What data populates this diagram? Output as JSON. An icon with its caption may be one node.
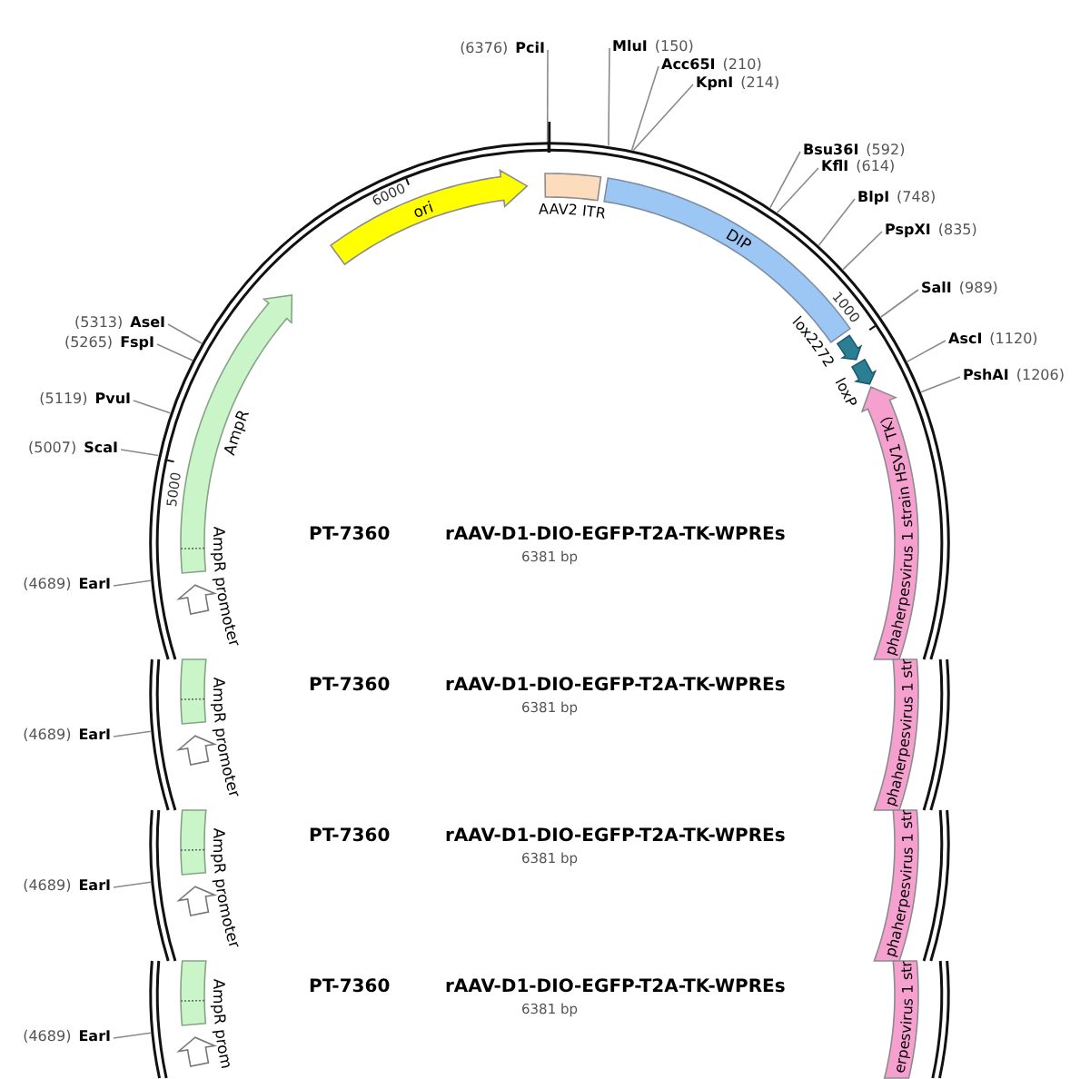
{
  "diagram": {
    "nodes": [
      {
        "text": [
          "(6376)",
          "PciI"
        ]
      },
      {
        "text": [
          "MluI",
          "(150)"
        ]
      },
      {
        "text": [
          "Acc65I",
          "(210)"
        ]
      },
      {
        "text": [
          "KpnI",
          "(214)"
        ]
      },
      {
        "text": [
          "Bsu36I",
          "(592)"
        ]
      },
      {
        "text": [
          "KflI",
          "(614)"
        ]
      },
      {
        "text": [
          "BlpI",
          "(748)"
        ]
      },
      {
        "text": [
          "PspXI",
          "(835)"
        ]
      },
      {
        "text": [
          "SalI",
          "(989)"
        ]
      },
      {
        "text": [
          "(5313)",
          "AseI"
        ]
      },
      {
        "text": [
          "(5265)",
          "FspI"
        ]
      },
      {
        "text": [
          "AscI",
          "(1120)"
        ]
      },
      {
        "text": [
          "PshAI",
          "(1206)"
        ]
      },
      {
        "text": [
          "(5119)",
          "PvuI"
        ]
      },
      {
        "text": [
          "(5007)",
          "ScaI"
        ]
      },
      {
        "text": [
          "(4689)",
          "EarI"
        ]
      },
      {
        "text": [
          "ori"
        ]
      },
      {
        "text": [
          "AAV2 ITR"
        ]
      },
      {
        "text": [
          "DIP"
        ]
      },
      {
        "text": [
          "lox2272"
        ]
      },
      {
        "text": [
          "loxP"
        ]
      },
      {
        "text": [
          "phaherpesvirus 1 strain HSV1 TK)"
        ]
      },
      {
        "text": [
          "AmpR"
        ]
      },
      {
        "text": [
          "AmpR promoter"
        ]
      },
      {
        "text": [
          "(4689)",
          "EarI"
        ]
      },
      {
        "text": [],
        "shape": "bar"
      },
      {
        "text": [
          "AmpR promoter"
        ]
      },
      {
        "text": [
          "phaherpesvirus 1 str"
        ]
      },
      {
        "text": [
          "(4689)",
          "EarI"
        ]
      },
      {
        "text": [],
        "shape": "bar"
      },
      {
        "text": [
          "AmpR promoter"
        ]
      },
      {
        "text": [
          "phaherpesvirus 1 str"
        ]
      },
      {
        "text": [
          "(4689)",
          "EarI"
        ]
      },
      {
        "text": [],
        "shape": "bar"
      },
      {
        "text": [
          "AmpR prom"
        ]
      },
      {
        "text": [
          "erpesvirus 1 str"
        ]
      },
      {
        "text": [],
        "shape": "arc"
      },
      {
        "text": [],
        "shape": "arc"
      },
      {
        "text": [],
        "shape": "arc"
      }
    ],
    "edges": [
      {
        "from": 0,
        "to": null,
        "arrow": "none"
      },
      {
        "from": 1,
        "to": null,
        "arrow": "none"
      },
      {
        "from": 2,
        "to": null,
        "arrow": "none"
      },
      {
        "from": 3,
        "to": null,
        "arrow": "none"
      },
      {
        "from": 4,
        "to": null,
        "arrow": "none"
      },
      {
        "from": 5,
        "to": null,
        "arrow": "none"
      },
      {
        "from": 6,
        "to": null,
        "arrow": "none"
      },
      {
        "from": 7,
        "to": null,
        "arrow": "none"
      },
      {
        "from": 8,
        "to": null,
        "arrow": "none"
      },
      {
        "from": 9,
        "to": null,
        "arrow": "none"
      },
      {
        "from": 10,
        "to": null,
        "arrow": "none"
      },
      {
        "from": 11,
        "to": null,
        "arrow": "none"
      },
      {
        "from": 12,
        "to": null,
        "arrow": "none"
      },
      {
        "from": 13,
        "to": null,
        "arrow": "none"
      },
      {
        "from": 14,
        "to": null,
        "arrow": "none"
      },
      {
        "from": 15,
        "to": null,
        "arrow": "none"
      },
      {
        "from": 24,
        "to": 36,
        "arrow": "none"
      },
      {
        "from": 28,
        "to": 37,
        "arrow": "none"
      },
      {
        "from": 32,
        "to": 38,
        "arrow": "none"
      }
    ],
    "labels": [
      "6000",
      "1000",
      "5000",
      "PT-7360",
      "rAAV-D1-DIO-EGFP-T2A-TK-WPREs",
      "6381 bp",
      "PT-7360",
      "rAAV-D1-DIO-EGFP-T2A-TK-WPREs",
      "6381 bp",
      "PT-7360",
      "rAAV-D1-DIO-EGFP-T2A-TK-WPREs",
      "6381 bp",
      "PT-7360",
      "rAAV-D1-DIO-EGFP-T2A-TK-WPREs",
      "6381 bp"
    ]
  }
}
